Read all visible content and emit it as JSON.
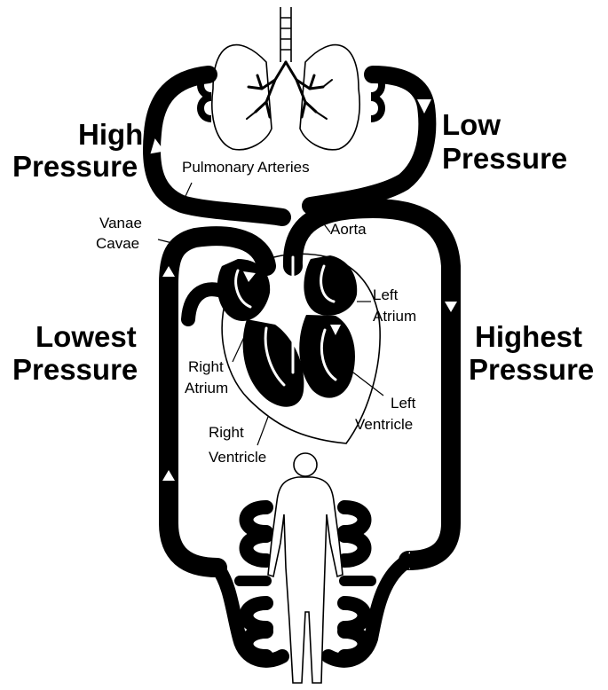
{
  "labels": {
    "high_pressure": [
      "High",
      "Pressure"
    ],
    "low_pressure": [
      "Low",
      "Pressure"
    ],
    "lowest_pressure": [
      "Lowest",
      "Pressure"
    ],
    "highest_pressure": [
      "Highest",
      "Pressure"
    ],
    "pulmonary_arteries": "Pulmonary Arteries",
    "vanae_cavae": [
      "Vanae",
      "Cavae"
    ],
    "aorta": "Aorta",
    "left_atrium": [
      "Left",
      "Atrium"
    ],
    "right_atrium": [
      "Right",
      "Atrium"
    ],
    "left_ventricle": [
      "Left",
      "Ventricle"
    ],
    "right_ventricle": [
      "Right",
      "Ventricle"
    ]
  },
  "colors": {
    "vessel": "#000000",
    "background": "#ffffff",
    "flow_arrow": "#ffffff"
  }
}
